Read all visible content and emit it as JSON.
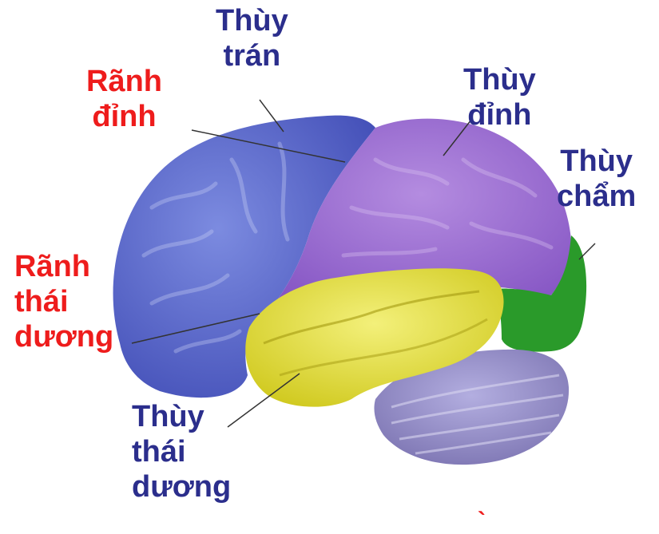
{
  "colors": {
    "frontal_lobe": "#5663c9",
    "parietal_lobe": "#9a6ad1",
    "temporal_lobe": "#e6e23a",
    "occipital_lobe": "#2a9a2a",
    "cerebellum": "#8c84c0",
    "lobe_label": "#2b2e8c",
    "sulcus_label": "#ee1c1c"
  },
  "labels": {
    "frontal": {
      "line1": "Thùy",
      "line2": "trán"
    },
    "parietal": {
      "line1": "Thùy",
      "line2": "đỉnh"
    },
    "occipital": {
      "line1": "Thùy",
      "line2": "chẩm"
    },
    "temporal": {
      "line1": "Thùy",
      "line2": "thái",
      "line3": "dương"
    },
    "parietal_sulcus": {
      "line1": "Rãnh",
      "line2": "đỉnh"
    },
    "temporal_sulcus": {
      "line1": "Rãnh",
      "line2": "thái",
      "line3": "dương"
    }
  },
  "bottom_mark": "`"
}
